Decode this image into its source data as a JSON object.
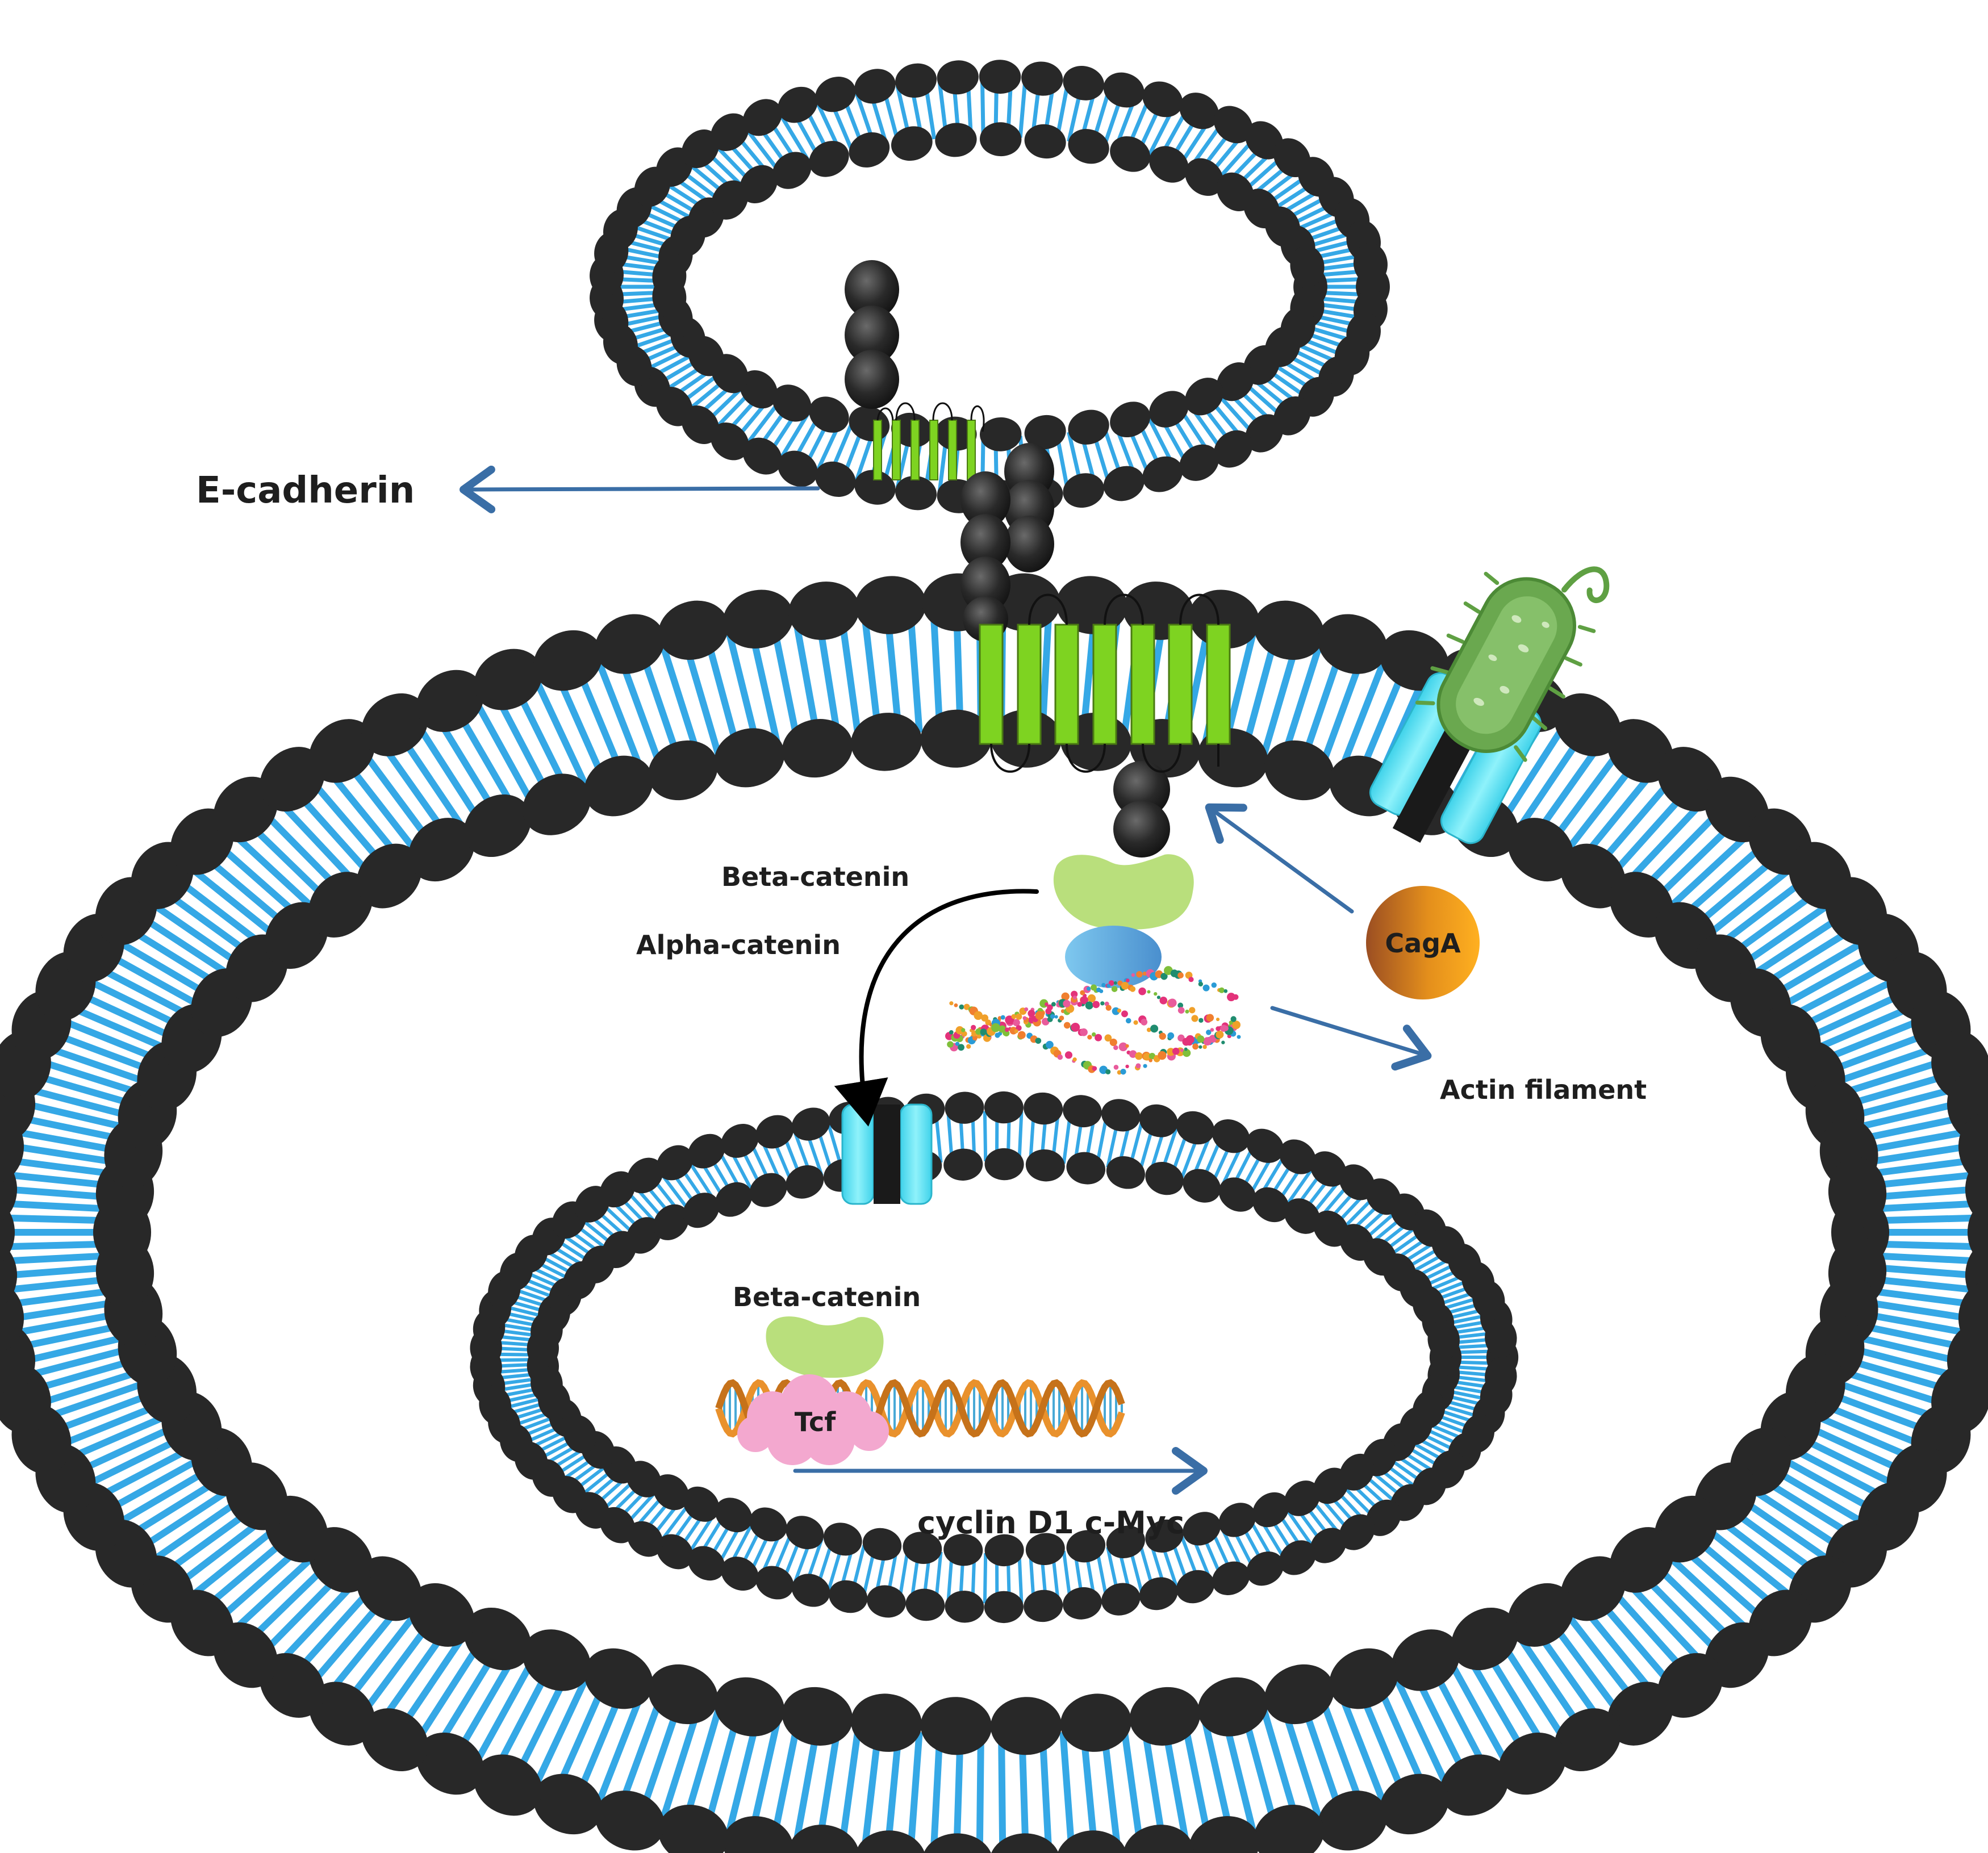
{
  "labels": {
    "e_cadherin": "E-cadherin",
    "beta_catenin_top": "Beta-catenin",
    "alpha_catenin": "Alpha-catenin",
    "caga": "CagA",
    "actin_filament": "Actin filament",
    "beta_catenin_nucleus": "Beta-catenin",
    "tcf": "Tcf",
    "targets": "cyclin D1 c-Myc"
  },
  "colors": {
    "bead": "#282828",
    "tail": "#35a8e6",
    "cadherin_green": "#7ed321",
    "channel_cyan": "#4fe3f5",
    "arrow_blue": "#3a6ea6",
    "beta_catenin": "#b9df7c",
    "alpha_catenin": "#6fb0dc",
    "tcf_pink": "#f3a8cf",
    "dna_orange": "#e9912c",
    "bacterium_green": "#5fa043"
  },
  "icons": [
    "e-cadherin-icon",
    "bacterium-icon",
    "channel-icon",
    "dna-icon",
    "actin-filament-icon",
    "caga-icon"
  ]
}
